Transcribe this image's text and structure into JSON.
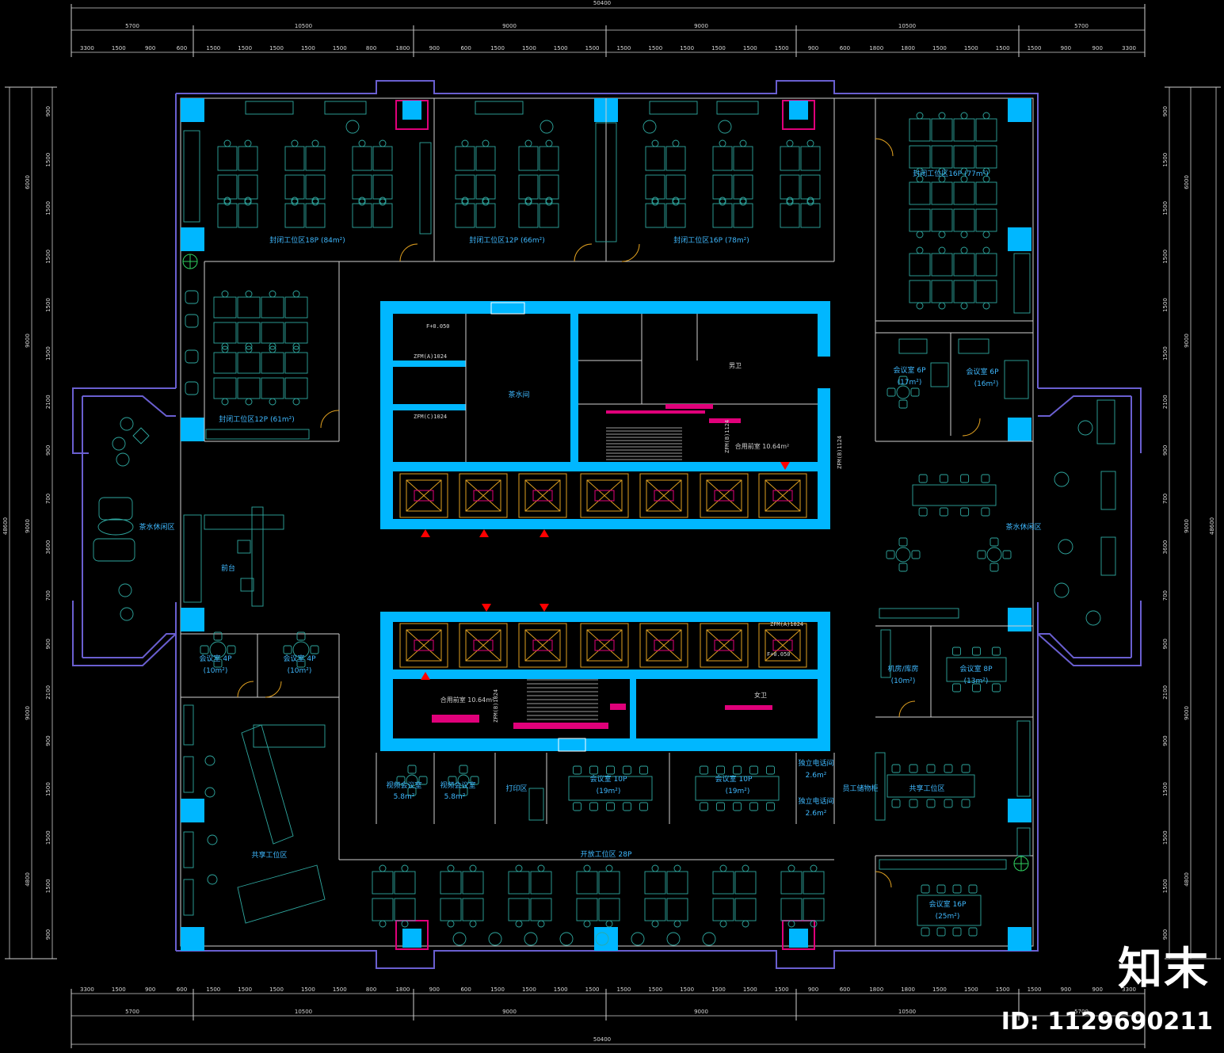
{
  "dims": {
    "overall": "50400",
    "top_row1": [
      "5700",
      "10500",
      "9000",
      "9000",
      "10500",
      "5700"
    ],
    "top_row2": [
      "3300",
      "1500",
      "900",
      "600",
      "1500",
      "1500",
      "1500",
      "1500",
      "1500",
      "800",
      "1800",
      "900",
      "600",
      "1500",
      "1500",
      "1500",
      "1500",
      "1500",
      "1500",
      "1500",
      "1500",
      "1500",
      "1500",
      "900",
      "600",
      "1800",
      "1800",
      "1500",
      "1500",
      "1500",
      "1500",
      "900",
      "900",
      "3300"
    ],
    "left_total": "48600",
    "left_segments": [
      "6000",
      "9000",
      "9000",
      "9000",
      "4800"
    ],
    "left_small": [
      "900",
      "1500",
      "1500",
      "1500",
      "1500",
      "1500",
      "2100",
      "900",
      "700",
      "3600",
      "700",
      "900",
      "2100",
      "900",
      "1500",
      "1500",
      "1500",
      "900"
    ]
  },
  "zones": {
    "closed_a": "封闭工位区18P (84m²)",
    "closed_b": "封闭工位区12P (66m²)",
    "closed_c": "封闭工位区16P (78m²)",
    "closed_d": "封闭工位区16P (77m²)",
    "closed_e": "封闭工位区12P (61m²)",
    "lounge_l": "茶水休闲区",
    "lounge_r": "茶水休闲区",
    "reception": "前台",
    "shared_l": "共享工位区",
    "shared_r": "共享工位区",
    "open": "开放工位区 28P",
    "print": "打印区",
    "meet4a": "会议室 4P",
    "meet4a_area": "(10m²)",
    "meet4b": "会议室 4P",
    "meet4b_area": "(10m²)",
    "meet6a": "会议室 6P",
    "meet6a_area": "(17m²)",
    "meet6b": "会议室 6P",
    "meet6b_area": "(16m²)",
    "meet8": "会议室 8P",
    "meet8_area": "(13m²)",
    "meet10a": "会议室 10P",
    "meet10a_area": "(19m²)",
    "meet10b": "会议室 10P",
    "meet10b_area": "(19m²)",
    "meet16": "会议室 16P",
    "meet16_area": "(25m²)",
    "video_a": "视频会议室",
    "video_a_area": "5.8m²",
    "video_b": "视频会议室",
    "video_b_area": "5.8m²",
    "server": "机房/库房",
    "server_area": "(10m²)",
    "phone_a": "独立电话间",
    "phone_a_area": "2.6m²",
    "phone_b": "独立电话间",
    "phone_b_area": "2.6m²",
    "staff_lockers": "员工储物柜",
    "pantry": "茶水间",
    "elev_hall_a": "合用前室 10.64m²",
    "elev_hall_b": "合用前室 10.64m²",
    "male_wc": "男卫",
    "female_wc": "女卫",
    "level_a": "F+0.050",
    "level_b": "F+0.050",
    "door_a": "ZFM(A)1024",
    "door_b": "ZFM(C)1024",
    "door_c": "ZFM(A)1024",
    "door_d": "ZFM(B)1124",
    "door_e": "ZFM(B)1124",
    "door_f": "ZFM(B)1024"
  },
  "watermark": {
    "brand": "知末",
    "id": "ID: 1129690211"
  },
  "colors": {
    "background": "#000000",
    "column": "#00b7ff",
    "wall": "#6a5fd0",
    "furniture": "#2fa8a0",
    "core_wall": "#00b7ff",
    "label": "#3fb9ff",
    "accent": "#e0007a",
    "alarm": "#ff0000",
    "door": "#e0a020"
  }
}
